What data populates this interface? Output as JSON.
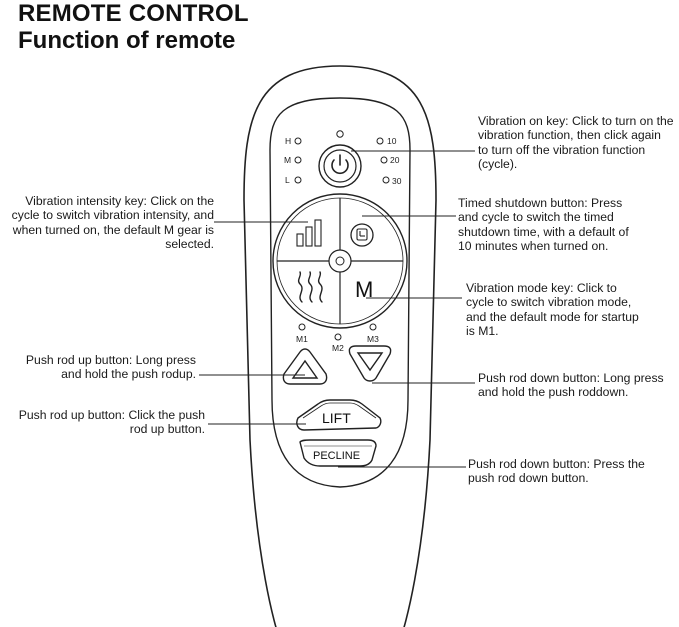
{
  "header": {
    "title": "REMOTE CONTROL",
    "subtitle": "Function of remote"
  },
  "remote": {
    "intensity_levels": [
      "H",
      "M",
      "L"
    ],
    "timer_levels": [
      "10",
      "20",
      "30"
    ],
    "mode_key_label": "M",
    "mode_indicators": [
      "M1",
      "M2",
      "M3"
    ],
    "lift_label": "LIFT",
    "recline_label": "PECLINE"
  },
  "annotations": {
    "vibration_on": "Vibration on key: Click to turn on the vibration function, then click again to turn off the vibration function (cycle).",
    "intensity": "Vibration intensity key: Click on the cycle to switch vibration intensity, and when turned on, the default M gear is selected.",
    "timed_shutdown": "Timed shutdown button: Press and cycle to switch the timed shutdown time, with a default of 10 minutes when turned on.",
    "vibration_mode": "Vibration mode key: Click to cycle to switch vibration mode, and the default mode for startup is M1.",
    "push_up_long": "Push rod up button: Long press and hold the push rodup.",
    "push_down_long": "Push rod down button: Long press and hold the push roddown.",
    "push_up_click": "Push rod up button: Click the push rod up button.",
    "push_down_press": "Push rod down button: Press the push rod down button."
  }
}
